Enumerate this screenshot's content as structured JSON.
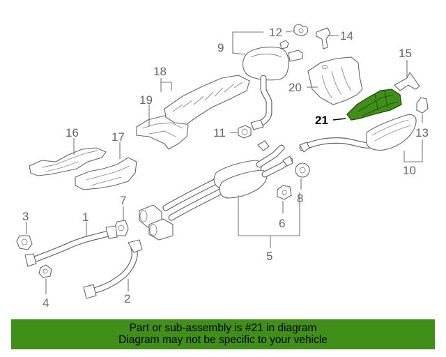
{
  "callouts": {
    "c1": "1",
    "c2": "2",
    "c3": "3",
    "c4": "4",
    "c5": "5",
    "c6": "6",
    "c7": "7",
    "c8": "8",
    "c9": "9",
    "c10": "10",
    "c11": "11",
    "c12": "12",
    "c13": "13",
    "c14": "14",
    "c15": "15",
    "c16": "16",
    "c17": "17",
    "c18": "18",
    "c19": "19",
    "c20": "20",
    "c21": "21"
  },
  "highlight": {
    "part": "21",
    "color": "#3f8f18"
  },
  "banner": {
    "color": "#3f8f18",
    "line1": "Part or sub-assembly is #21 in diagram",
    "line2": "Diagram may not be specific to your vehicle"
  }
}
